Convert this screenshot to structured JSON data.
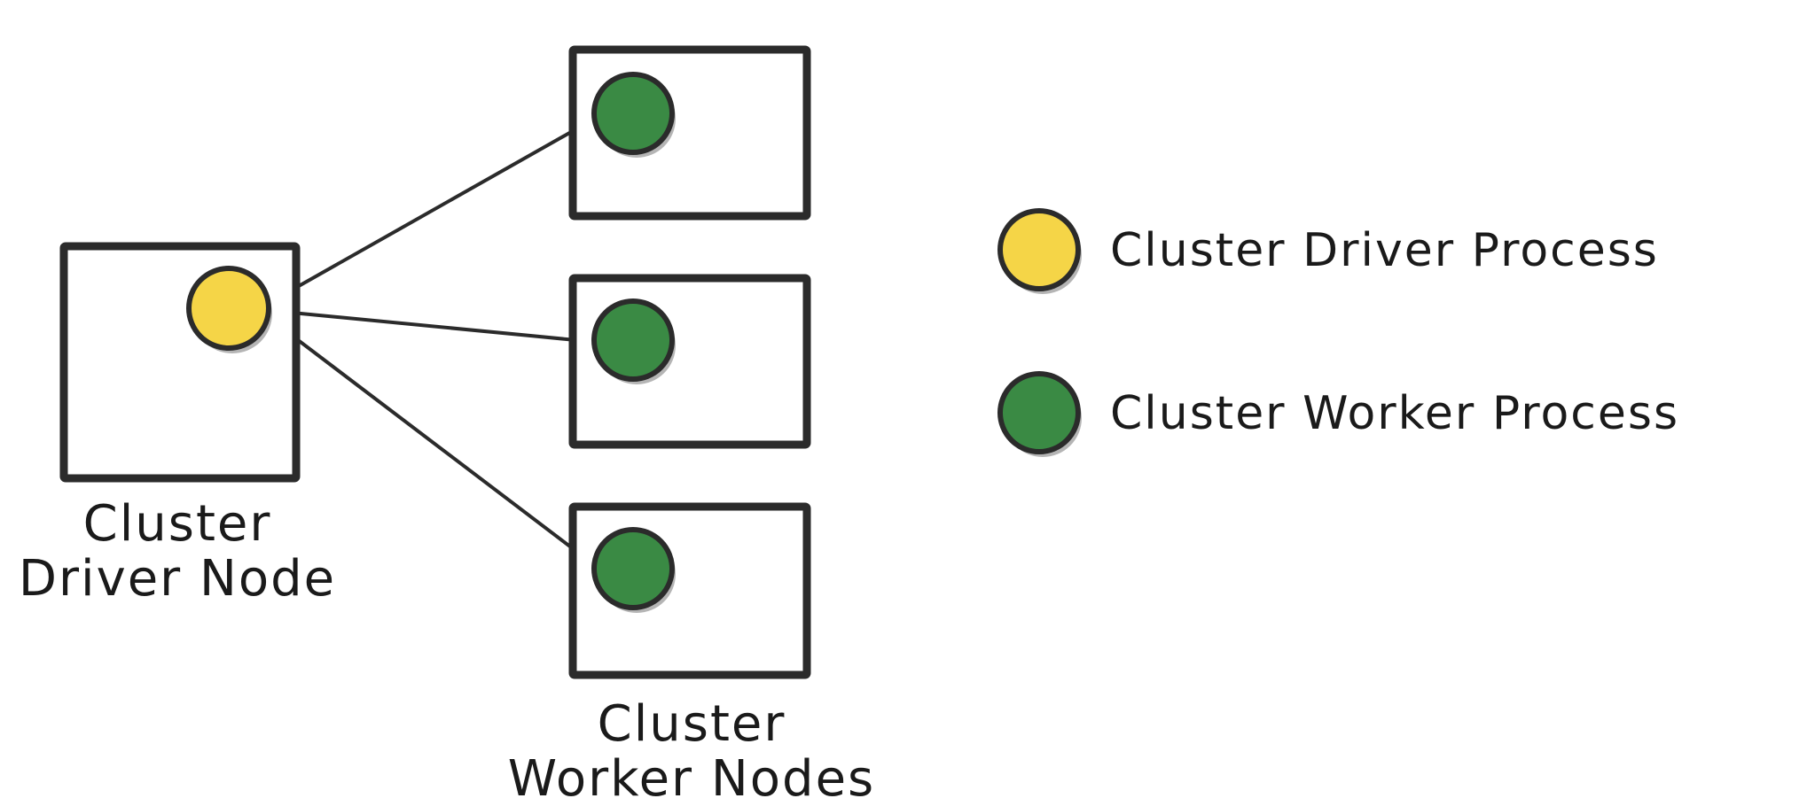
{
  "colors": {
    "driver": "#f5d547",
    "worker": "#3a8a44",
    "stroke": "#2b2b2b"
  },
  "driver_node": {
    "label_line1": "Cluster",
    "label_line2": "Driver Node"
  },
  "worker_nodes": {
    "count": 3,
    "label_line1": "Cluster",
    "label_line2": "Worker Nodes"
  },
  "legend": {
    "items": [
      {
        "label": "Cluster Driver Process",
        "color_key": "driver"
      },
      {
        "label": "Cluster Worker Process",
        "color_key": "worker"
      }
    ]
  }
}
